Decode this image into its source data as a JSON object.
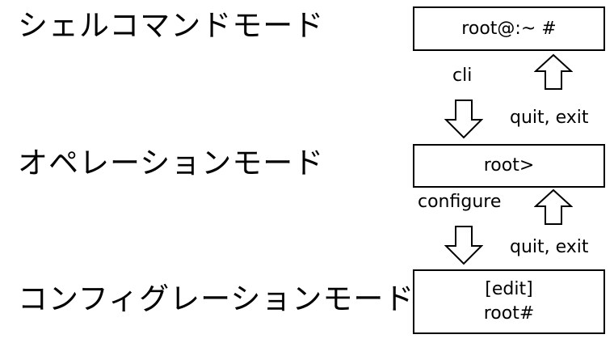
{
  "modes": {
    "shell": {
      "label": "シェルコマンドモード",
      "prompt": "root@:~ #"
    },
    "operation": {
      "label": "オペレーションモード",
      "prompt": "root>"
    },
    "configuration": {
      "label": "コンフィグレーションモード",
      "prompt_line1": "[edit]",
      "prompt_line2": "root#"
    }
  },
  "transitions": {
    "shell_to_operation": "cli",
    "operation_to_shell": "quit, exit",
    "operation_to_configuration": "configure",
    "configuration_to_operation": "quit, exit"
  },
  "icons": {
    "up": "arrow-up-outline-icon",
    "down": "arrow-down-outline-icon"
  }
}
